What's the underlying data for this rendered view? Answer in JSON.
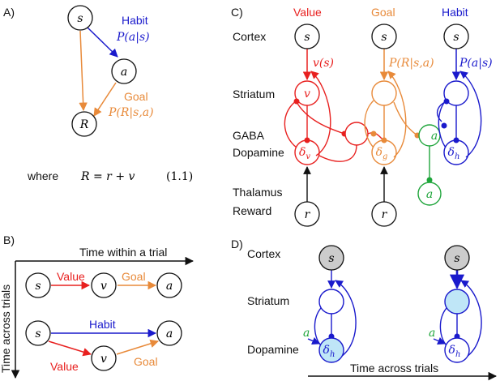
{
  "colors": {
    "value": "#e8201f",
    "goal": "#e88a3a",
    "habit": "#1a1acc",
    "gaba": "#1fa53b",
    "black": "#111111",
    "gray": "#cccccc",
    "light_blue": "#bfe6f7"
  },
  "panels": {
    "a": "A)",
    "b": "B)",
    "c": "C)",
    "d": "D)"
  },
  "panel_a": {
    "node_s": "s",
    "node_a": "a",
    "node_R": "R",
    "habit_label": "Habit",
    "habit_prob": "P(a|s)",
    "goal_label": "Goal",
    "goal_prob": "P(R|s,a)",
    "equation_where": "where",
    "equation": "R = r + v",
    "equation_number": "(1.1)"
  },
  "panel_b": {
    "x_axis_label": "Time within a trial",
    "y_axis_label": "Time across trials",
    "row1": {
      "node_s": "s",
      "node_v": "v",
      "node_a": "a",
      "value_label": "Value",
      "goal_label": "Goal"
    },
    "row2": {
      "node_s": "s",
      "node_v": "v",
      "node_a": "a",
      "habit_label": "Habit",
      "value_label": "Value",
      "goal_label": "Goal"
    }
  },
  "panel_c": {
    "col_value": "Value",
    "col_goal": "Goal",
    "col_habit": "Habit",
    "row_cortex": "Cortex",
    "row_striatum": "Striatum",
    "row_gaba": "GABA",
    "row_dopamine": "Dopamine",
    "row_thalamus": "Thalamus",
    "row_reward": "Reward",
    "node_s1": "s",
    "node_s2": "s",
    "node_s3": "s",
    "value_fn": "v(s)",
    "goal_fn": "P(R|s,a)",
    "habit_fn": "P(a|s)",
    "node_v": "v",
    "node_delta_v": "δ",
    "node_delta_v_sub": "v",
    "node_delta_g": "δ",
    "node_delta_g_sub": "g",
    "node_delta_h": "δ",
    "node_delta_h_sub": "h",
    "node_a_gaba": "a",
    "node_a_bottom": "a",
    "node_r1": "r",
    "node_r2": "r"
  },
  "panel_d": {
    "row_cortex": "Cortex",
    "row_striatum": "Striatum",
    "row_dopamine": "Dopamine",
    "node_s1": "s",
    "node_s2": "s",
    "input_a1": "a",
    "input_a2": "a",
    "delta1": "δ",
    "delta1_sub": "h",
    "delta2": "δ",
    "delta2_sub": "h",
    "x_axis_label": "Time across trials"
  }
}
